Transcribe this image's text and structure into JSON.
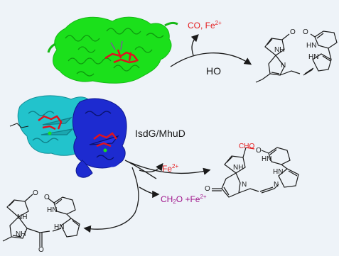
{
  "labels": {
    "co_fe": {
      "main": "CO, Fe",
      "charge": "2+"
    },
    "ho": "HO",
    "isdg": "IsdG/MhuD",
    "fe": {
      "main": "Fe",
      "charge": "2+"
    },
    "ch2o": {
      "pre": "CH",
      "sub": "2",
      "mid": "O +Fe",
      "charge": "2+"
    },
    "cho": "CHO"
  },
  "atoms": {
    "o": "O",
    "nh": "NH",
    "hn": "HN",
    "n": "N"
  },
  "colors": {
    "ho_protein": "#1be01b",
    "heme": "#e0121e",
    "isdg_cyan": "#22c3cc",
    "isdg_blue": "#1d2bd0",
    "reaction_red": "#e41a1c",
    "reaction_purple": "#a0168c",
    "bond": "#1a1a1a",
    "background": "#eef3f8"
  }
}
